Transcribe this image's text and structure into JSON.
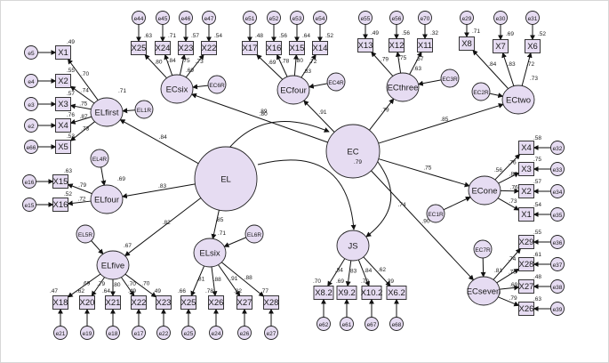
{
  "latents": [
    {
      "id": "EC",
      "label": "EC",
      "r2": ".79"
    },
    {
      "id": "EL",
      "label": "EL",
      "r2": ""
    },
    {
      "id": "JS",
      "label": "JS",
      "r2": ""
    },
    {
      "id": "ECsix",
      "label": "ECsix",
      "r2": ".69"
    },
    {
      "id": "ECfour",
      "label": "ECfour",
      "r2": ".83"
    },
    {
      "id": "ECthree",
      "label": "ECthree",
      "r2": ".63"
    },
    {
      "id": "ECtwo",
      "label": "ECtwo",
      "r2": ".73"
    },
    {
      "id": "ECone",
      "label": "ECone",
      "r2": ".56"
    },
    {
      "id": "ECseven",
      "label": "ECseven",
      "r2": ".81"
    },
    {
      "id": "ELfirst",
      "label": "ELfirst",
      "r2": ".71"
    },
    {
      "id": "ELfour",
      "label": "ELfour",
      "r2": ".69"
    },
    {
      "id": "ELfive",
      "label": "ELfive",
      "r2": ".67"
    },
    {
      "id": "ELsix",
      "label": "ELsix",
      "r2": ".71"
    }
  ],
  "disturbances": [
    {
      "id": "EC6R",
      "label": "EC6R"
    },
    {
      "id": "EC4R",
      "label": "EC4R"
    },
    {
      "id": "EC3R",
      "label": "EC3R"
    },
    {
      "id": "EC2R",
      "label": "EC2R"
    },
    {
      "id": "EC1R",
      "label": "EC1R"
    },
    {
      "id": "EC7R",
      "label": "EC7R"
    },
    {
      "id": "EL1R",
      "label": "EL1R"
    },
    {
      "id": "EL4R",
      "label": "EL4R"
    },
    {
      "id": "EL5R",
      "label": "EL5R"
    },
    {
      "id": "EL6R",
      "label": "EL6R"
    }
  ],
  "indicators": [
    {
      "id": "X1",
      "label": "X1",
      "r2": ".49",
      "loading": ".70",
      "error": "e5"
    },
    {
      "id": "X2",
      "label": "X2",
      "r2": ".55",
      "loading": ".74",
      "error": "e4"
    },
    {
      "id": "X3",
      "label": "X3",
      "r2": ".57",
      "loading": ".75",
      "error": "e3"
    },
    {
      "id": "X4",
      "label": "X4",
      "r2": ".76",
      "loading": ".87",
      "error": "e2"
    },
    {
      "id": "X5",
      "label": "X5",
      "r2": ".53",
      "loading": ".73",
      "error": "e66"
    },
    {
      "id": "X25",
      "label": "X25",
      "r2": ".63",
      "loading": ".80",
      "error": "e44"
    },
    {
      "id": "X24",
      "label": "X24",
      "r2": ".71",
      "loading": ".84",
      "error": "e45"
    },
    {
      "id": "X23",
      "label": "X23",
      "r2": ".57",
      "loading": ".75",
      "error": "e46"
    },
    {
      "id": "X22",
      "label": "X22",
      "r2": ".54",
      "loading": ".73",
      "error": "e47"
    },
    {
      "id": "X17",
      "label": "X17",
      "r2": ".48",
      "loading": ".69",
      "error": "e51"
    },
    {
      "id": "X16",
      "label": "X16",
      "r2": ".56",
      "loading": ".78",
      "error": "e52"
    },
    {
      "id": "X15",
      "label": "X15",
      "r2": ".64",
      "loading": ".80",
      "error": "e53"
    },
    {
      "id": "X14",
      "label": "X14",
      "r2": ".52",
      "loading": ".72",
      "error": "e54"
    },
    {
      "id": "X13",
      "label": "X13",
      "r2": ".49",
      "loading": ".79",
      "error": "e55"
    },
    {
      "id": "X12",
      "label": "X12",
      "r2": ".56",
      "loading": ".75",
      "error": "e56"
    },
    {
      "id": "X11",
      "label": "X11",
      "r2": ".32",
      "loading": ".57",
      "error": "e70"
    },
    {
      "id": "X8",
      "label": "X8",
      "r2": ".71",
      "loading": ".84",
      "error": "e29"
    },
    {
      "id": "X7",
      "label": "X7",
      "r2": ".69",
      "loading": ".83",
      "error": "e30"
    },
    {
      "id": "X6",
      "label": "X6",
      "r2": ".52",
      "loading": ".72",
      "error": "e31"
    },
    {
      "id": "X15b",
      "label": "X15",
      "r2": ".63",
      "loading": ".79",
      "error": "e16"
    },
    {
      "id": "X16b",
      "label": "X16",
      "r2": ".52",
      "loading": ".72",
      "error": "e15"
    },
    {
      "id": "X4b",
      "label": "X4",
      "r2": ".58",
      "loading": ".76",
      "error": "e32"
    },
    {
      "id": "X3b",
      "label": "X3",
      "r2": ".75",
      "loading": ".87",
      "error": "e33"
    },
    {
      "id": "X2b",
      "label": "X2",
      "r2": ".57",
      "loading": ".76",
      "error": "e34"
    },
    {
      "id": "X1b",
      "label": "X1",
      "r2": ".54",
      "loading": ".73",
      "error": "e35"
    },
    {
      "id": "X29",
      "label": "X29",
      "r2": ".55",
      "loading": ".74",
      "error": "e36"
    },
    {
      "id": "X28",
      "label": "X28",
      "r2": ".61",
      "loading": ".78",
      "error": "e37"
    },
    {
      "id": "X27",
      "label": "X27",
      "r2": ".48",
      "loading": ".69",
      "error": "e38"
    },
    {
      "id": "X26",
      "label": "X26",
      "r2": ".63",
      "loading": ".79",
      "error": "e39"
    },
    {
      "id": "X18",
      "label": "X18",
      "r2": ".47",
      "loading": ".69",
      "error": "e21"
    },
    {
      "id": "X20",
      "label": "X20",
      "r2": ".62",
      "loading": ".79",
      "error": "e19"
    },
    {
      "id": "X21",
      "label": "X21",
      "r2": ".64",
      "loading": ".80",
      "error": "e18"
    },
    {
      "id": "X22b",
      "label": "X22",
      "r2": ".49",
      "loading": ".70",
      "error": "e17"
    },
    {
      "id": "X23b",
      "label": "X23",
      "r2": ".49",
      "loading": ".70",
      "error": "e22"
    },
    {
      "id": "X25b",
      "label": "X25",
      "r2": ".66",
      "loading": ".81",
      "error": "e25"
    },
    {
      "id": "X26b",
      "label": "X26",
      "r2": ".78",
      "loading": ".88",
      "error": "e24"
    },
    {
      "id": "X27b",
      "label": "X27",
      "r2": ".82",
      "loading": ".91",
      "error": "e26"
    },
    {
      "id": "X28b",
      "label": "X28",
      "r2": ".77",
      "loading": ".88",
      "error": "e27"
    },
    {
      "id": "X8b",
      "label": "X8.2",
      "r2": ".70",
      "loading": ".84",
      "error": "e62"
    },
    {
      "id": "X9b",
      "label": "X9.2",
      "r2": ".69",
      "loading": ".83",
      "error": "e61"
    },
    {
      "id": "X10b",
      "label": "X10.2",
      "r2": ".70",
      "loading": ".84",
      "error": "e67"
    },
    {
      "id": "X6b",
      "label": "X6.2",
      "r2": ".39",
      "loading": ".62",
      "error": "e68"
    }
  ],
  "structural": [
    {
      "from": "EC",
      "to": "ECsix",
      "coef": ".80"
    },
    {
      "from": "EC",
      "to": "ECfour",
      "coef": ".91"
    },
    {
      "from": "EC",
      "to": "ECthree",
      "coef": ".79"
    },
    {
      "from": "EC",
      "to": "ECtwo",
      "coef": ".85"
    },
    {
      "from": "EC",
      "to": "ECone",
      "coef": ".75"
    },
    {
      "from": "EC",
      "to": "ECseven",
      "coef": ".90"
    },
    {
      "from": "EL",
      "to": "ELfirst",
      "coef": ".84"
    },
    {
      "from": "EL",
      "to": "ELfour",
      "coef": ".83"
    },
    {
      "from": "EL",
      "to": "ELfive",
      "coef": ".82"
    },
    {
      "from": "EL",
      "to": "ELsix",
      "coef": ".85"
    },
    {
      "from": "EL",
      "to": "EC",
      "coef": ".89"
    },
    {
      "from": "EL",
      "to": "JS",
      "coef": ""
    },
    {
      "from": "EC",
      "to": "JS",
      "coef": ".74"
    }
  ]
}
